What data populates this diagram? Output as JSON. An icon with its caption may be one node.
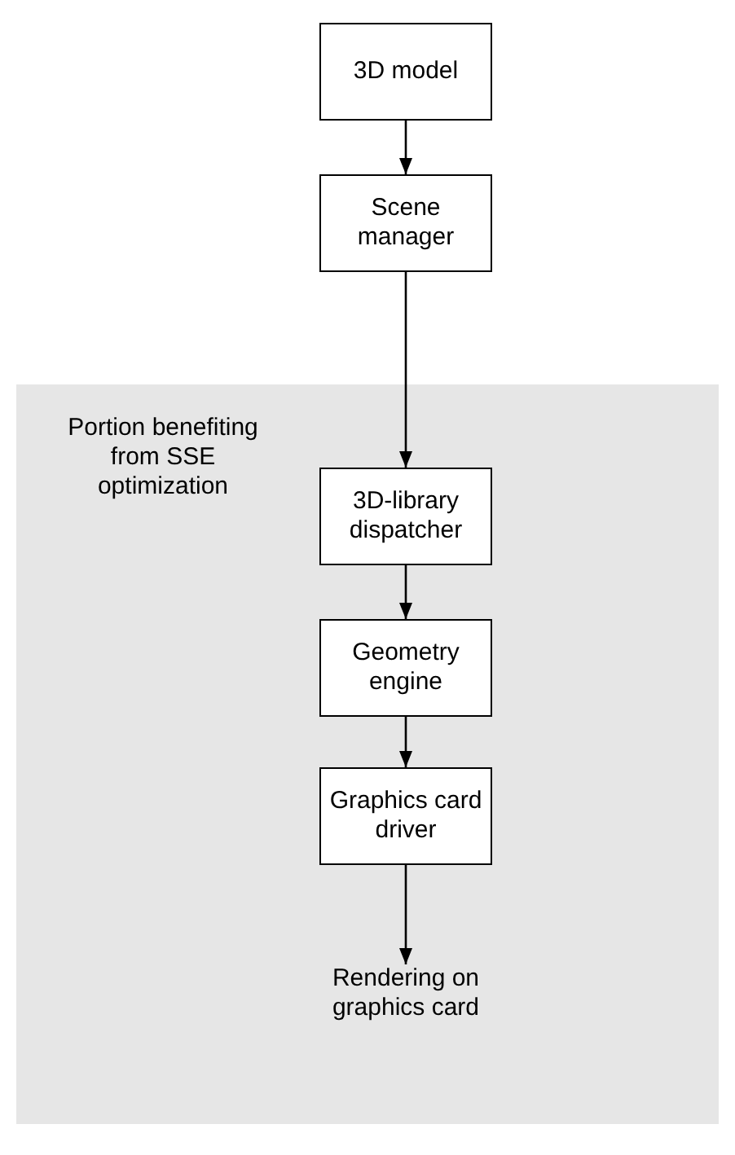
{
  "diagram": {
    "nodes": [
      {
        "text": [
          "Portion benefiting from SSE optimization"
        ]
      },
      {
        "text": [
          "3D model"
        ]
      },
      {
        "text": [
          "Scene manager"
        ]
      },
      {
        "text": [
          "3D-library dispatcher"
        ],
        "in": 0
      },
      {
        "text": [
          "Geometry engine"
        ],
        "in": 0
      },
      {
        "text": [
          "Graphics card driver"
        ],
        "in": 0
      },
      {
        "text": [
          "Rendering on graphics card"
        ],
        "in": 0
      }
    ],
    "edges": [
      {
        "from": 1,
        "to": 2,
        "arrow": "to"
      },
      {
        "from": 2,
        "to": 3,
        "arrow": "to"
      },
      {
        "from": 3,
        "to": 4,
        "arrow": "to"
      },
      {
        "from": 4,
        "to": 5,
        "arrow": "to"
      },
      {
        "from": 5,
        "to": 6,
        "arrow": "to"
      }
    ]
  }
}
